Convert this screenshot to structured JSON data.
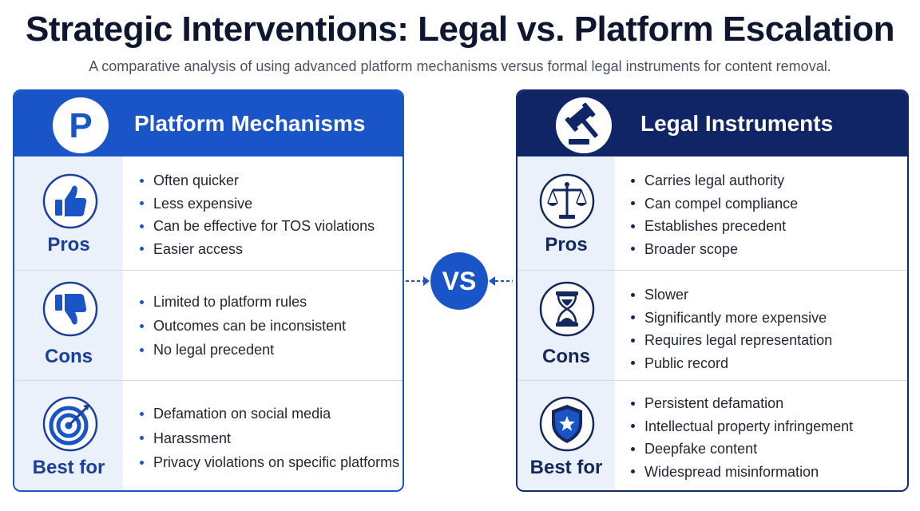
{
  "title": "Strategic Interventions: Legal vs. Platform Escalation",
  "subtitle": "A comparative analysis of using advanced platform mechanisms versus formal legal instruments for content removal.",
  "vs_label": "VS",
  "colors": {
    "platform_blue": "#1a55c8",
    "legal_navy": "#0f2566",
    "row_side_bg": "#eaf1fb"
  },
  "platform": {
    "header_icon": "p-letter-icon",
    "header_icon_letter": "P",
    "title": "Platform Mechanisms",
    "pros": {
      "icon": "thumbs-up-icon",
      "label": "Pros",
      "items": [
        "Often quicker",
        "Less expensive",
        "Can be effective for TOS violations",
        "Easier access"
      ]
    },
    "cons": {
      "icon": "thumbs-down-icon",
      "label": "Cons",
      "items": [
        "Limited to platform rules",
        "Outcomes can be inconsistent",
        "No legal precedent"
      ]
    },
    "best_for": {
      "icon": "target-icon",
      "label": "Best for",
      "items": [
        "Defamation on social media",
        "Harassment",
        "Privacy violations on specific platforms"
      ]
    }
  },
  "legal": {
    "header_icon": "gavel-icon",
    "title": "Legal Instruments",
    "pros": {
      "icon": "scales-icon",
      "label": "Pros",
      "items": [
        "Carries legal authority",
        "Can compel compliance",
        "Establishes precedent",
        "Broader scope"
      ]
    },
    "cons": {
      "icon": "hourglass-icon",
      "label": "Cons",
      "items": [
        "Slower",
        "Significantly more expensive",
        "Requires legal representation",
        "Public record"
      ]
    },
    "best_for": {
      "icon": "shield-star-icon",
      "label": "Best for",
      "items": [
        "Persistent defamation",
        "Intellectual property infringement",
        "Deepfake content",
        "Widespread misinformation"
      ]
    }
  }
}
